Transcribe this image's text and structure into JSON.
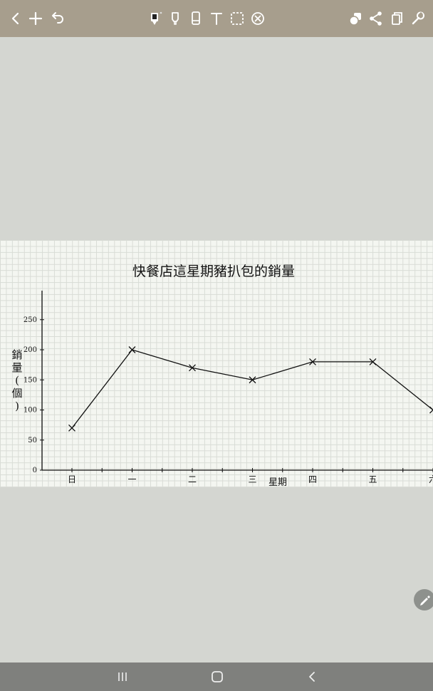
{
  "toolbar": {
    "icons": [
      "back-icon",
      "add-icon",
      "undo-icon",
      "pen-icon",
      "highlighter-icon",
      "eraser-icon",
      "text-icon",
      "selection-icon",
      "delete-icon",
      "layers-icon",
      "share-icon",
      "copy-icon",
      "settings-icon"
    ]
  },
  "colors": {
    "toolbar_bg": "#a79e8d",
    "canvas_bg": "#d4d6d1",
    "paper_bg": "#f4f6f1",
    "grid_line": "#d9dcd6",
    "ink": "#111111",
    "navbar_bg": "#7f807d"
  },
  "chart_data": {
    "type": "line",
    "title": "快餐店這星期豬扒包的銷量",
    "ylabel": "銷量(個)",
    "xlabel": "星期",
    "categories": [
      "日",
      "一",
      "二",
      "三",
      "四",
      "五",
      "六"
    ],
    "x_tick_labels": [
      "日",
      "一",
      "二",
      "三",
      "四",
      "五",
      "六"
    ],
    "y_ticks": [
      0,
      50,
      100,
      150,
      200,
      250
    ],
    "ylim": [
      0,
      300
    ],
    "values": [
      70,
      200,
      170,
      150,
      180,
      180,
      100
    ],
    "marker": "x",
    "grid": true
  },
  "navbar": {
    "icons": [
      "recent-apps-icon",
      "home-icon",
      "nav-back-icon"
    ]
  }
}
